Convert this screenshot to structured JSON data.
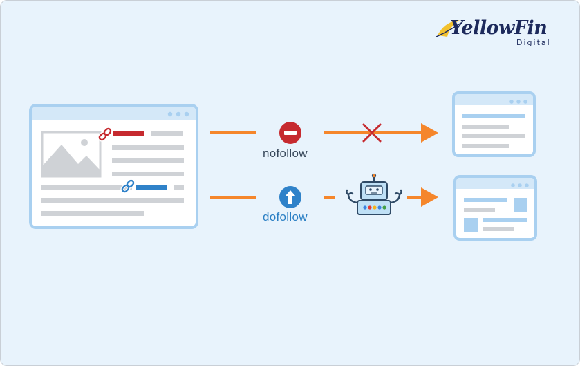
{
  "logo": {
    "name": "YellowFin",
    "sub": "Digital"
  },
  "nofollow": {
    "label": "nofollow",
    "color": "#c62a2f"
  },
  "dofollow": {
    "label": "dofollow",
    "color": "#2f82c9"
  },
  "colors": {
    "arrow": "#f5862b",
    "window_border": "#a9d0f0",
    "window_title": "#d4e8f8",
    "placeholder": "#cfd2d6",
    "background": "#e8f3fc"
  },
  "icons": [
    "link-icon",
    "no-entry-icon",
    "up-arrow-icon",
    "cross-icon",
    "robot-icon",
    "image-placeholder-icon"
  ]
}
